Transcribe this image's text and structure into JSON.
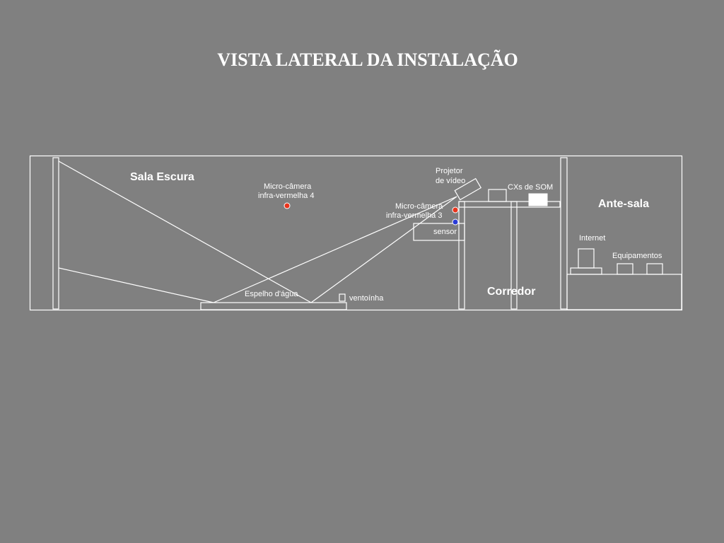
{
  "title": "VISTA LATERAL DA INSTALAÇÃO",
  "rooms": {
    "sala_escura": "Sala Escura",
    "ante_sala": "Ante-sala",
    "corredor": "Corredor"
  },
  "labels": {
    "camera4_line1": "Micro-câmera",
    "camera4_line2": "infra-vermelha 4",
    "projector_line1": "Projetor",
    "projector_line2": "de vídeo",
    "speakers": "CXs de SOM",
    "camera3_line1": "Micro-câmera",
    "camera3_line2": "infra-vermelha 3",
    "sensor": "sensor",
    "internet": "Internet",
    "equipment": "Equipamentos",
    "water_mirror": "Espelho d'água",
    "fan": "ventoínha"
  },
  "colors": {
    "background": "#808080",
    "line": "#ffffff",
    "camera": "#e8341c",
    "sensor": "#2a3bd6"
  }
}
